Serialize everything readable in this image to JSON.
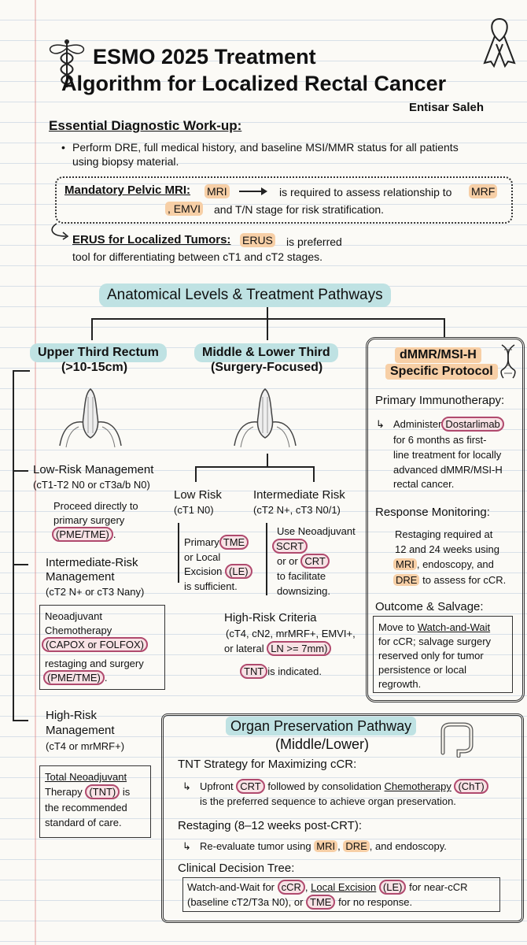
{
  "header": {
    "title_line1": "ESMO 2025  Treatment",
    "title_line2": "Algorithm for Localized Rectal Cancer",
    "author": "Entisar Saleh"
  },
  "workup": {
    "heading": "Essential Diagnostic Work-up:",
    "bullet_line1": "Perform DRE, full medical history, and baseline MSI/MMR status for all patients",
    "bullet_line2": "using biopsy material.",
    "mri_label": "Mandatory Pelvic MRI:",
    "mri_tag": "MRI",
    "mri_text1": "is required to assess relationship to",
    "mrf_tag": "MRF",
    "emvi_tag": ", EMVI",
    "mri_text2": "and T/N stage for risk stratification.",
    "erus_label": "ERUS for Localized Tumors:",
    "erus_tag": "ERUS",
    "erus_text1": "is preferred",
    "erus_text2": "tool for differentiating between cT1 and cT2 stages."
  },
  "section_title": "Anatomical Levels & Treatment Pathways",
  "upper": {
    "title_line1": "Upper Third Rectum",
    "title_line2": "(>10-15cm)",
    "low_title": "Low-Risk Management",
    "low_sub": "(cT1-T2 N0 or cT3a/b N0)",
    "low_text1": "Proceed directly to",
    "low_text2": "primary surgery",
    "low_tag": "(PME/TME)",
    "low_text3": ".",
    "int_title1": "Intermediate-Risk",
    "int_title2": "Management",
    "int_sub": "(cT2 N+ or cT3 Nany)",
    "int_box1": "Neoadjuvant",
    "int_box2": "Chemotherapy",
    "int_box_tag": "(CAPOX or FOLFOX)",
    "int_box3": "restaging and surgery",
    "int_box_tag2": "(PME/TME)",
    "int_box4": ".",
    "high_title1": "High-Risk",
    "high_title2": "Management",
    "high_sub": "(cT4 or mrMRF+)",
    "high_box1": "Total Neoadjuvant",
    "high_box2a": "Therapy",
    "high_box_tag": "(TNT)",
    "high_box2b": "is",
    "high_box3": "the recommended",
    "high_box4": "standard of care."
  },
  "middle": {
    "title_line1": "Middle & Lower Third",
    "title_line2": "(Surgery-Focused)",
    "low_title": "Low Risk",
    "low_sub": "(cT1 N0)",
    "low_text1": "Primary",
    "low_tag1": "TME",
    "low_text2": "or Local",
    "low_text3": "Excision",
    "low_tag2": "(LE)",
    "low_text4": "is sufficient.",
    "int_title": "Intermediate Risk",
    "int_sub": "(cT2 N+, cT3 N0/1)",
    "int_text1": "Use Neoadjuvant",
    "int_tag1": "SCRT",
    "int_text2": "or or",
    "int_tag2": "CRT",
    "int_text3": "to facilitate",
    "int_text4": "downsizing.",
    "high_title": "High-Risk Criteria",
    "high_line1": "(cT4, cN2, mrMRF+, EMVI+,",
    "high_line2a": "or lateral",
    "high_tag": "LN >= 7mm)",
    "tnt_tag": "TNT",
    "tnt_text": "is indicated."
  },
  "dmmr": {
    "title_line1": "dMMR/MSI-H",
    "title_line2": "Specific Protocol",
    "primary_title": "Primary Immunotherapy:",
    "primary_text1a": "Administer",
    "primary_tag": "Dostarlimab",
    "primary_text2": "for 6 months as first-",
    "primary_text3": "line treatment for locally",
    "primary_text4": "advanced dMMR/MSI-H",
    "primary_text5": "rectal cancer.",
    "resp_title": "Response Monitoring:",
    "resp_text1": "Restaging required at",
    "resp_text2": "12 and 24 weeks using",
    "resp_tag1": "MRI",
    "resp_text3": ", endoscopy, and",
    "resp_tag2": "DRE",
    "resp_text4": "to assess for cCR.",
    "out_title": "Outcome & Salvage:",
    "out_text1a": "Move to",
    "out_link": "Watch-and-Wait",
    "out_text2": "for cCR; salvage surgery",
    "out_text3": "reserved only for tumor",
    "out_text4": "persistence or local",
    "out_text5": "regrowth."
  },
  "organ": {
    "title_line1": "Organ Preservation Pathway",
    "title_line2": "(Middle/Lower)",
    "tnt_title": "TNT Strategy for Maximizing cCR:",
    "tnt_text1a": "Upfront",
    "tnt_tag1": "CRT",
    "tnt_text1b": "followed by consolidation",
    "tnt_link": "Chemotherapy",
    "tnt_tag2": "(ChT)",
    "tnt_text2": "is the preferred sequence to achieve organ preservation.",
    "rest_title": "Restaging (8–12 weeks post-CRT):",
    "rest_text1": "Re-evaluate tumor using",
    "rest_tag1": "MRI",
    "rest_tag2": "DRE",
    "rest_text2": ", and endoscopy.",
    "dec_title": "Clinical Decision Tree:",
    "dec_text1": "Watch-and-Wait for",
    "dec_tag1": "cCR",
    "dec_text2": "Local Excision",
    "dec_tag2": "(LE)",
    "dec_text3": "for near-cCR",
    "dec_text4": "(baseline cT2/T3a N0), or",
    "dec_tag3": "TME",
    "dec_text5": "for no response."
  },
  "icons": [
    "caduceus-icon",
    "ribbon-icon",
    "pelvis-icon",
    "dna-icon",
    "colon-icon",
    "arrow-icon"
  ],
  "colors": {
    "highlight_orange": "#f7cfa6",
    "highlight_teal": "#bfe2e3",
    "circle_pink": "#b04a6e"
  }
}
